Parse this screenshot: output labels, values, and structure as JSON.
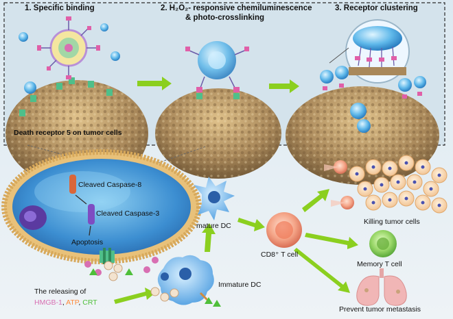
{
  "steps": {
    "s1": "1. Specific binding",
    "s2_line1": "2. H₂O₂- responsive chemiluminescence",
    "s2_line2": "& photo-crosslinking",
    "s3": "3. Receptor clustering"
  },
  "labels": {
    "death_receptor": "Death receptor 5 on tumor cells",
    "cleaved_caspase8": "Cleaved Caspase-8",
    "cleaved_caspase3": "Cleaved Caspase-3",
    "apoptosis": "Apoptosis",
    "mature_dc": "mature DC",
    "immature_dc": "Immature DC",
    "cd8_t_cell": "CD8⁺ T cell",
    "killing_tumor_cells": "Killing tumor cells",
    "memory_t_cell": "Memory T cell",
    "prevent_metastasis": "Prevent tumor metastasis",
    "releasing_prefix": "The  releasing of",
    "hmgb1": "HMGB-1",
    "atp": "ATP",
    "crt": "CRT",
    "comma": ", "
  },
  "colors": {
    "hmgb1": "#d86fb2",
    "atp": "#ff8a3a",
    "crt": "#4fbf3a",
    "arrow_green": "#8bcf1f",
    "tumor": "#a9885a",
    "cell_membrane": "#d7a85a",
    "cytoplasm": "#3c8ed1"
  }
}
